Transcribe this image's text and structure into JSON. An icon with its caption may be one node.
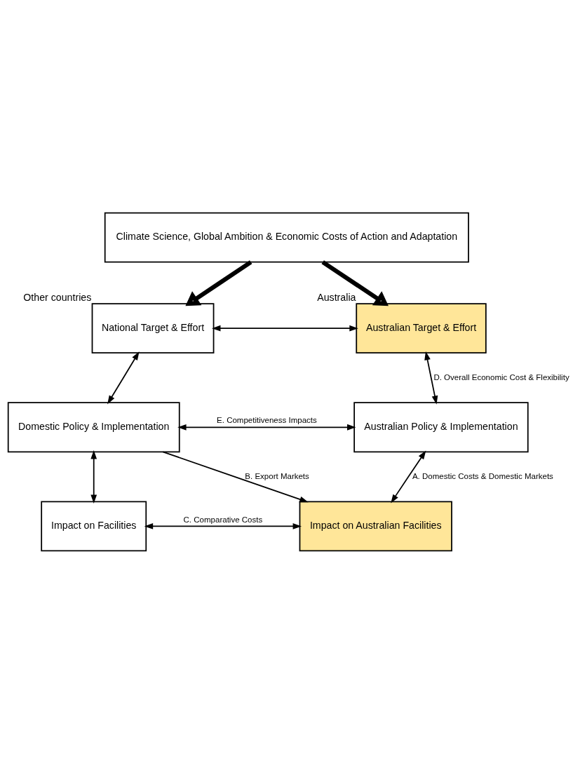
{
  "diagram": {
    "nodes": [
      {
        "text": [
          "Climate Science, Global Ambition & Economic Costs of Action and Adaptation"
        ]
      },
      {
        "text": [
          "National Target & Effort"
        ],
        "beside": [
          "Other countries"
        ]
      },
      {
        "text": [
          "Australian Target & Effort"
        ],
        "beside": [
          "Australia"
        ]
      },
      {
        "text": [
          "Domestic Policy & Implementation"
        ]
      },
      {
        "text": [
          "Australian Policy & Implementation"
        ]
      },
      {
        "text": [
          "Impact on Facilities"
        ]
      },
      {
        "text": [
          "Impact on Australian Facilities"
        ]
      }
    ],
    "edges": [
      {
        "from": 0,
        "to": 1,
        "arrow": "to",
        "style": "thick"
      },
      {
        "from": 0,
        "to": 2,
        "arrow": "to",
        "style": "thick"
      },
      {
        "from": 1,
        "to": 2,
        "arrow": "both"
      },
      {
        "from": 2,
        "to": 4,
        "arrow": "both",
        "label": "D. Overall Economic Cost & Flexibility"
      },
      {
        "from": 1,
        "to": 3,
        "arrow": "both"
      },
      {
        "from": 3,
        "to": 4,
        "arrow": "both",
        "label": "E. Competitiveness Impacts"
      },
      {
        "from": 3,
        "to": 6,
        "arrow": "to",
        "label": "B. Export Markets"
      },
      {
        "from": 4,
        "to": 6,
        "arrow": "both",
        "label": "A. Domestic Costs & Domestic Markets"
      },
      {
        "from": 3,
        "to": 5,
        "arrow": "both"
      },
      {
        "from": 5,
        "to": 6,
        "arrow": "both",
        "label": "C. Comparative Costs"
      }
    ]
  }
}
